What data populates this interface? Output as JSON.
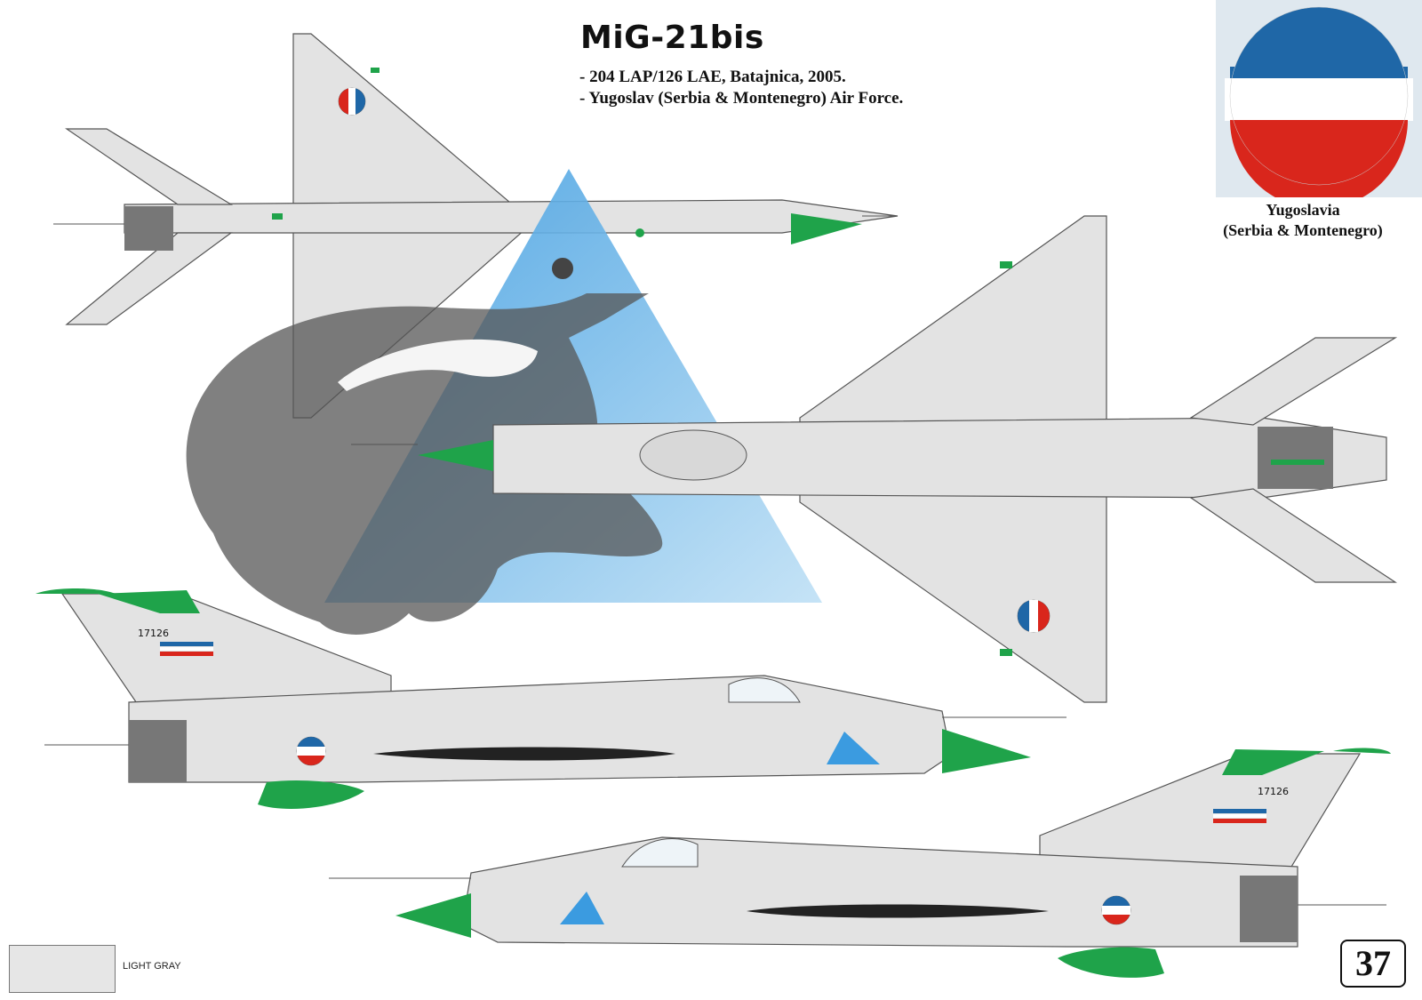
{
  "header": {
    "title": "MiG-21bis",
    "subtitle_lines": [
      "- 204 LAP/126 LAE, Batajnica, 2005.",
      "- Yugoslav (Serbia & Montenegro) Air Force."
    ]
  },
  "national_marking": {
    "country_lines": [
      "Yugoslavia",
      "(Serbia & Montenegro)"
    ],
    "colors": {
      "blue": "#1f67a7",
      "white": "#ffffff",
      "red": "#d9261c"
    }
  },
  "aircraft": {
    "serial": "17126",
    "camouflage": "light gray",
    "accent_color": "#1fa34a",
    "unit_badge": "lion-head-in-triangle"
  },
  "legend": {
    "swatches": [
      {
        "label": "LIGHT GRAY",
        "color": "#e6e6e6"
      }
    ]
  },
  "page": {
    "number": "37"
  }
}
